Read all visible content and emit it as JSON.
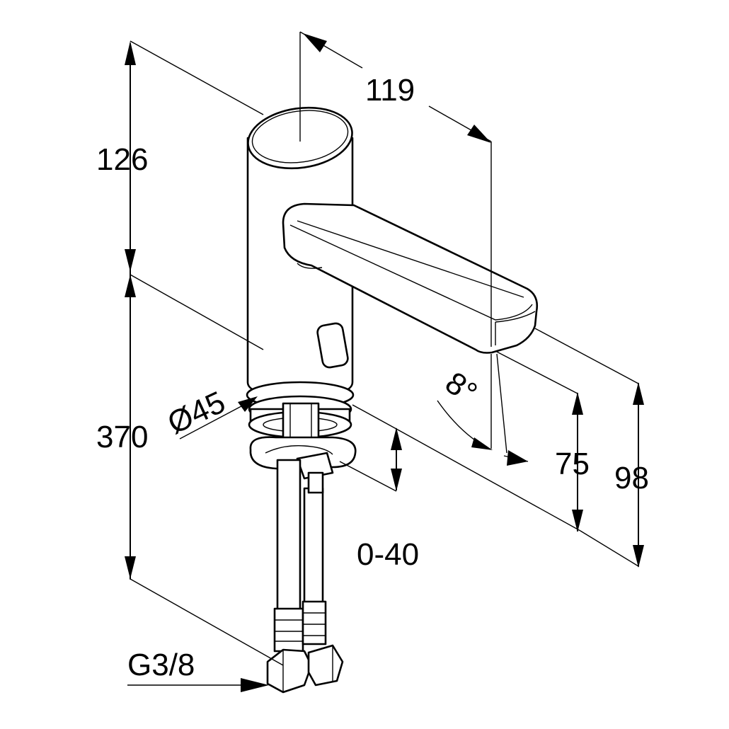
{
  "dimensions": {
    "top_depth": "119",
    "head_height": "126",
    "body_height": "370",
    "diameter": "Ø45",
    "angle": "8°",
    "spout_height": "75",
    "overall_height": "98",
    "adjust_range": "0-40",
    "thread": "G3/8"
  }
}
